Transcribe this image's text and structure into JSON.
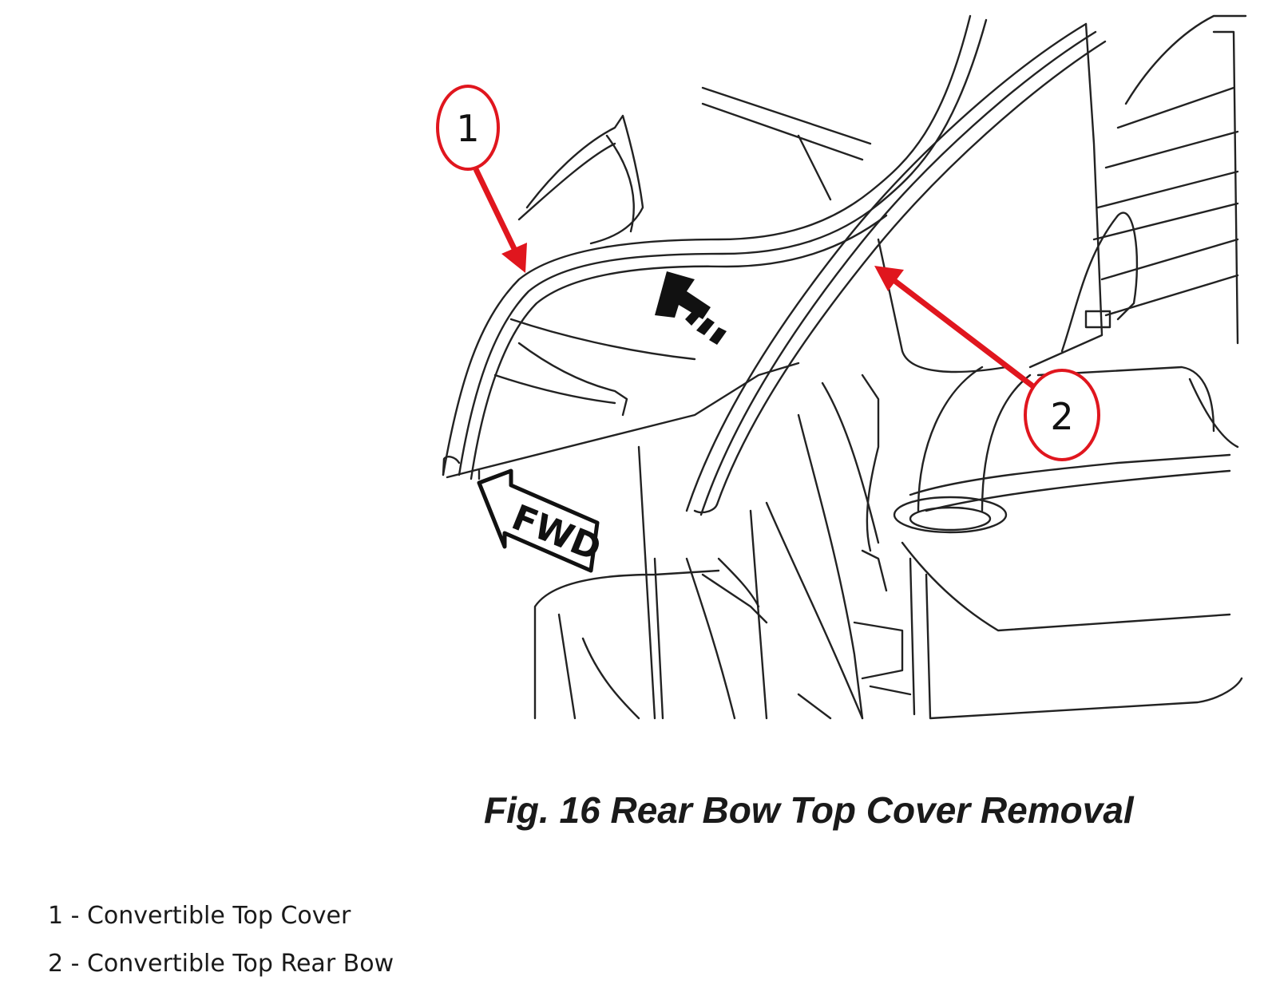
{
  "figure": {
    "caption": "Fig. 16 Rear Bow Top Cover Removal",
    "direction_label": "FWD",
    "callouts": [
      {
        "number": "1",
        "description": "Convertible Top Cover"
      },
      {
        "number": "2",
        "description": "Convertible Top Rear Bow"
      }
    ],
    "callout_color": "#e0161e"
  },
  "legend": {
    "items": [
      {
        "text": "1 - Convertible Top Cover"
      },
      {
        "text": "2 - Convertible Top Rear Bow"
      }
    ]
  }
}
